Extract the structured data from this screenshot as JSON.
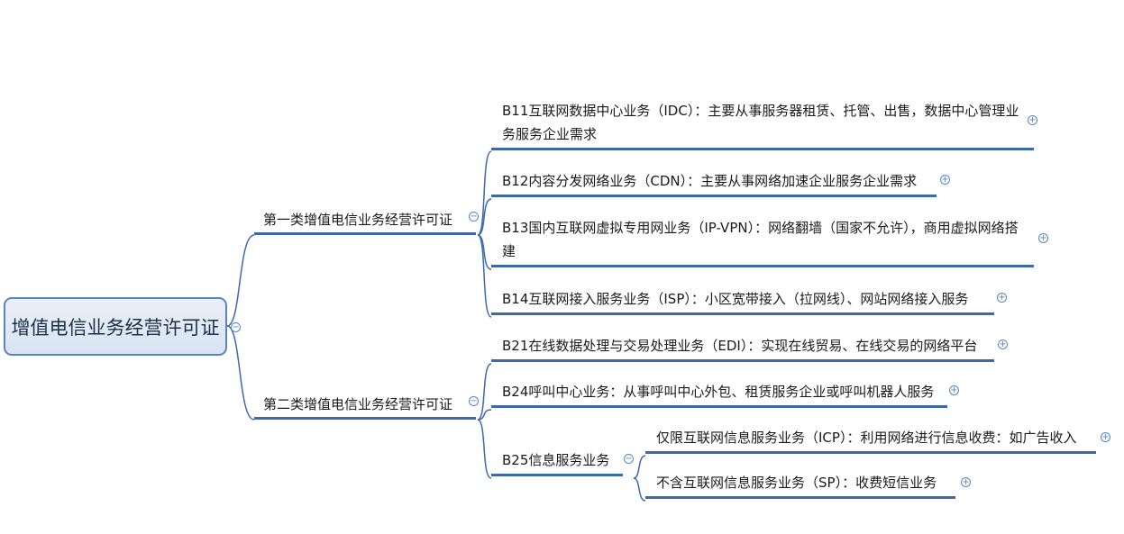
{
  "root": {
    "label": "增值电信业务经营许可证",
    "toggle": "−"
  },
  "branches": [
    {
      "label": "第一类增值电信业务经营许可证",
      "toggle": "−"
    },
    {
      "label": "第二类增值电信业务经营许可证",
      "toggle": "−"
    }
  ],
  "leaves": {
    "b11": {
      "label": "B11互联网数据中心业务（IDC）：主要从事服务器租赁、托管、出售，数据中心管理业务服务企业需求",
      "toggle": "+"
    },
    "b12": {
      "label": "B12内容分发网络业务（CDN）：主要从事网络加速企业服务企业需求",
      "toggle": "+"
    },
    "b13": {
      "label": "B13国内互联网虚拟专用网业务（IP-VPN）：网络翻墙（国家不允许），商用虚拟网络搭建",
      "toggle": "+"
    },
    "b14": {
      "label": "B14互联网接入服务业务（ISP）：小区宽带接入（拉网线）、网站网络接入服务",
      "toggle": "+"
    },
    "b21": {
      "label": "B21在线数据处理与交易处理业务（EDI）：实现在线贸易、在线交易的网络平台",
      "toggle": "+"
    },
    "b24": {
      "label": "B24呼叫中心业务：从事呼叫中心外包、租赁服务企业或呼叫机器人服务",
      "toggle": "+"
    },
    "b25": {
      "label": "B25信息服务业务",
      "toggle": "−"
    }
  },
  "subleaves": {
    "icp": {
      "label": "仅限互联网信息服务业务（ICP）：利用网络进行信息收费：如广告收入",
      "toggle": "+"
    },
    "sp": {
      "label": "不含互联网信息服务业务（SP）：收费短信业务",
      "toggle": "+"
    }
  },
  "colors": {
    "line": "#3c6aa8",
    "root_border": "#5a86c0",
    "root_fill": "#dfe8f5"
  }
}
